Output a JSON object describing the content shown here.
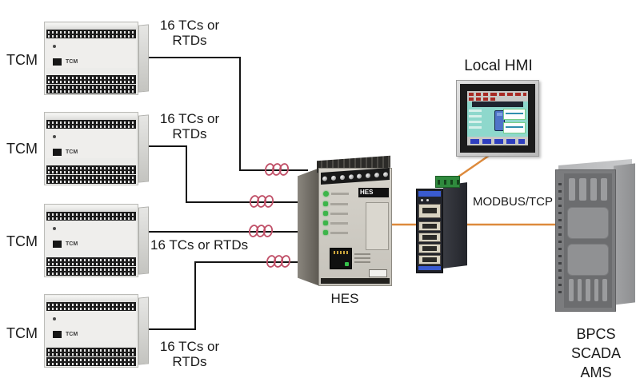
{
  "devices": {
    "tcms": [
      {
        "name": "TCM",
        "face_text": "TCM"
      },
      {
        "name": "TCM",
        "face_text": "TCM"
      },
      {
        "name": "TCM",
        "face_text": "TCM"
      },
      {
        "name": "TCM",
        "face_text": "TCM"
      }
    ],
    "hes": {
      "caption": "HES",
      "logo_text": "HES"
    },
    "hmi": {
      "caption": "Local HMI"
    },
    "server": {
      "captions": [
        "BPCS",
        "SCADA",
        "AMS"
      ]
    }
  },
  "connections": {
    "tcm_wire_labels": [
      {
        "line1": "16 TCs or",
        "line2": "RTDs"
      },
      {
        "line1": "16 TCs or",
        "line2": "RTDs"
      },
      {
        "single": "16 TCs or RTDs"
      },
      {
        "line1": "16 TCs or",
        "line2": "RTDs"
      }
    ],
    "protocol_label": "MODBUS/TCP"
  },
  "colors": {
    "background": "#ffffff",
    "signal_wire": "#141414",
    "isolation_coil": "#c05068",
    "ethernet_link": "#dd8a3c",
    "led_green": "#3db54a"
  }
}
